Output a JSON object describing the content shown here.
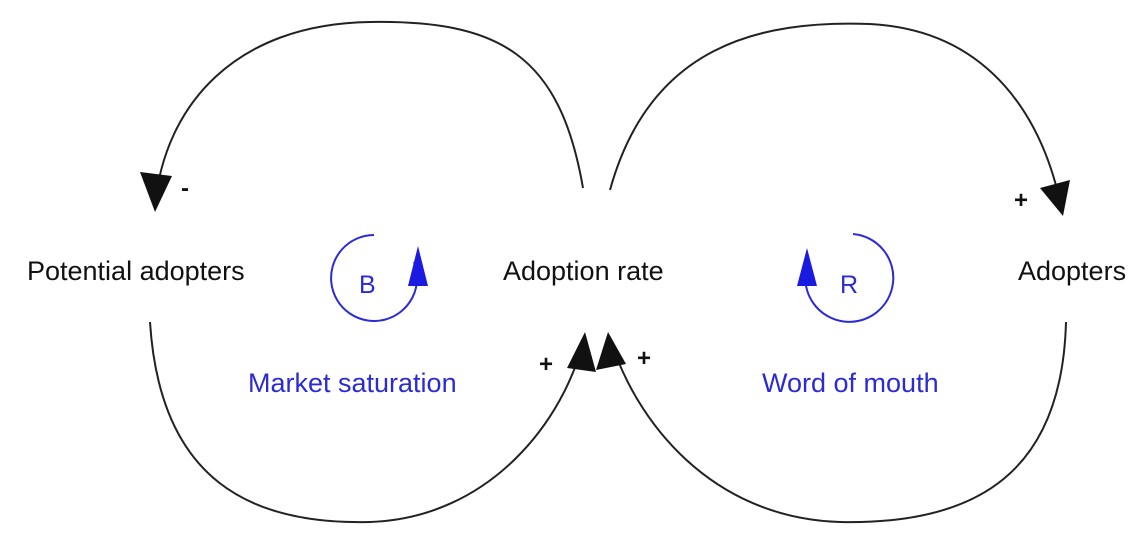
{
  "colors": {
    "link": "#222222",
    "loop": "#2b2bd6",
    "text": "#111111"
  },
  "nodes": {
    "potential_adopters": "Potential adopters",
    "adoption_rate": "Adoption rate",
    "adopters": "Adopters"
  },
  "loops": {
    "left": {
      "letter": "B",
      "name": "Market saturation"
    },
    "right": {
      "letter": "R",
      "name": "Word of mouth"
    }
  },
  "polarities": {
    "rate_to_potential": "-",
    "rate_to_adopters": "+",
    "potential_to_rate": "+",
    "adopters_to_rate": "+"
  }
}
